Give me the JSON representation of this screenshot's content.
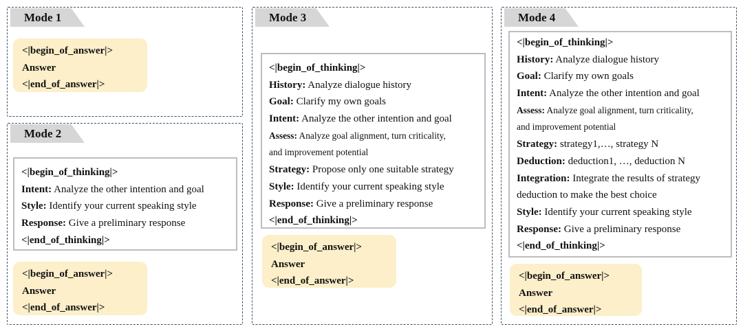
{
  "modes": [
    {
      "title": "Mode 1",
      "answer": [
        "<|begin_of_answer|>",
        "Answer",
        "<|end_of_answer|>"
      ]
    },
    {
      "title": "Mode 2",
      "thinking": [
        {
          "text": "<|begin_of_thinking|>"
        },
        {
          "label": "Intent:",
          "text": "Analyze the other intention and goal"
        },
        {
          "label": "Style:",
          "text": "Identify your current speaking style"
        },
        {
          "label": "Response:",
          "text": "Give a preliminary response"
        },
        {
          "text": "<|end_of_thinking|>"
        }
      ],
      "answer": [
        "<|begin_of_answer|>",
        "Answer",
        "<|end_of_answer|>"
      ]
    },
    {
      "title": "Mode 3",
      "thinking": [
        {
          "text": "<|begin_of_thinking|>"
        },
        {
          "label": "History:",
          "text": "Analyze dialogue history"
        },
        {
          "label": "Goal:",
          "text": "Clarify my own goals"
        },
        {
          "label": "Intent:",
          "text": "Analyze the other intention and goal"
        },
        {
          "label": "Assess:",
          "text": "Analyze goal alignment, turn criticality,"
        },
        {
          "text": "and improvement potential"
        },
        {
          "label": "Strategy:",
          "text": "Propose only one suitable strategy"
        },
        {
          "label": "Style:",
          "text": "Identify your current speaking style"
        },
        {
          "label": "Response:",
          "text": "Give a preliminary response"
        },
        {
          "text": "<|end_of_thinking|>"
        }
      ],
      "answer": [
        "<|begin_of_answer|>",
        "Answer",
        "<|end_of_answer|>"
      ]
    },
    {
      "title": "Mode 4",
      "thinking": [
        {
          "text": "<|begin_of_thinking|>"
        },
        {
          "label": "History:",
          "text": "Analyze dialogue history"
        },
        {
          "label": "Goal:",
          "text": "Clarify my own goals"
        },
        {
          "label": "Intent:",
          "text": "Analyze the other intention and goal"
        },
        {
          "label": "Assess:",
          "text": "Analyze goal alignment, turn criticality,"
        },
        {
          "text": "and improvement potential"
        },
        {
          "label": "Strategy:",
          "text": "strategy1,…, strategy N"
        },
        {
          "label": "Deduction:",
          "text": "deduction1, …, deduction N"
        },
        {
          "label": "Integration:",
          "text": "Integrate the results of strategy"
        },
        {
          "text": "deduction to make the best choice"
        },
        {
          "label": "Style:",
          "text": "Identify your current speaking style"
        },
        {
          "label": "Response:",
          "text": "Give a preliminary response"
        },
        {
          "text": "<|end_of_thinking|>"
        }
      ],
      "answer": [
        "<|begin_of_answer|>",
        "Answer",
        "<|end_of_answer|>"
      ]
    }
  ]
}
